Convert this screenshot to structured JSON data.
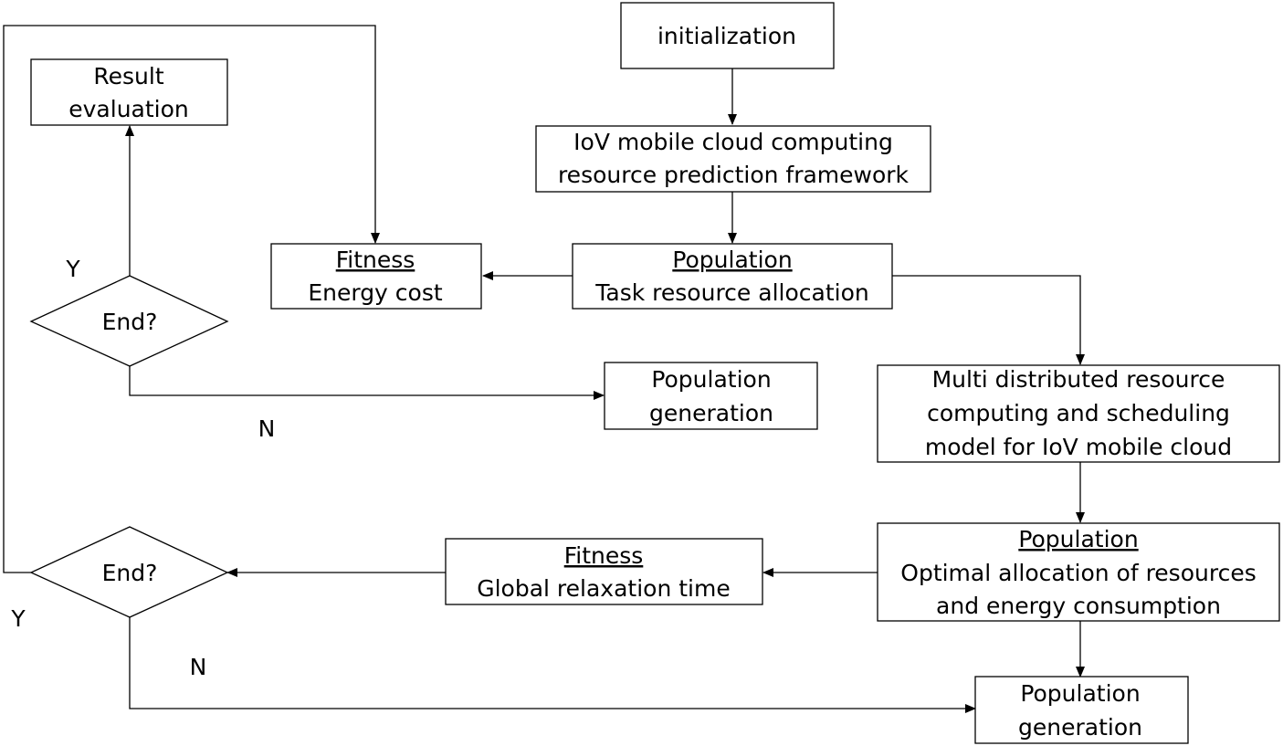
{
  "nodes": {
    "initialization": {
      "line1": "initialization"
    },
    "framework": {
      "line1": "IoV mobile cloud computing",
      "line2": "resource prediction framework"
    },
    "population1": {
      "title": "Population",
      "line1": "Task resource allocation"
    },
    "fitness1": {
      "title": "Fitness",
      "line1": "Energy cost"
    },
    "result": {
      "line1": "Result",
      "line2": "evaluation"
    },
    "decision1": {
      "line1": "End?"
    },
    "popgen1": {
      "line1": "Population",
      "line2": "generation"
    },
    "model": {
      "line1": "Multi distributed resource",
      "line2": "computing and scheduling",
      "line3": "model for IoV mobile cloud"
    },
    "population2": {
      "title": "Population",
      "line1": "Optimal allocation of resources",
      "line2": "and energy consumption"
    },
    "fitness2": {
      "title": "Fitness",
      "line1": "Global relaxation time"
    },
    "decision2": {
      "line1": "End?"
    },
    "popgen2": {
      "line1": "Population",
      "line2": "generation"
    }
  },
  "labels": {
    "yes1": "Y",
    "no1": "N",
    "yes2": "Y",
    "no2": "N"
  }
}
